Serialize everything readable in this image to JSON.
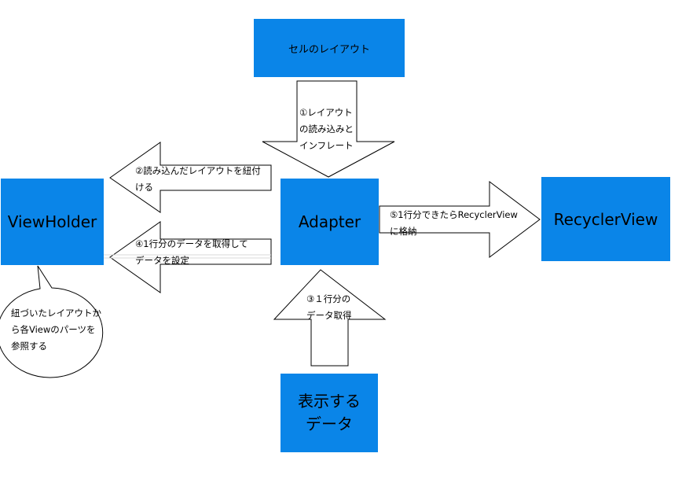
{
  "boxes": {
    "cell_layout": "セルのレイアウト",
    "viewholder": "ViewHolder",
    "adapter": "Adapter",
    "recyclerview": "RecyclerView",
    "display_data_line1": "表示する",
    "display_data_line2": "データ"
  },
  "arrows": {
    "step1": [
      "①レイアウト",
      "の読み込みと",
      "インフレート"
    ],
    "step2": [
      "②読み込んだレイアウトを紐付",
      "ける"
    ],
    "step3": [
      "③１行分の",
      "データ取得"
    ],
    "step4": [
      "④1行分のデータを取得して",
      "データを設定"
    ],
    "step5": [
      "⑤1行分できたらRecyclerView",
      "に格納"
    ]
  },
  "bubble": {
    "text": "紐づいたレイアウトから各Viewのパーツを参照する"
  },
  "colors": {
    "box_fill": "#0a85e8",
    "arrow_fill": "#ffffff",
    "stroke": "#000000"
  }
}
